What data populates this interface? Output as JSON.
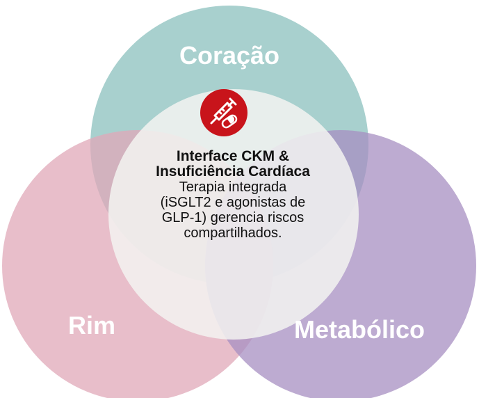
{
  "colors": {
    "heart": "#8fc3c0",
    "kidney": "#e0a8b8",
    "metabolic": "#a78fc2",
    "center": "#f3f3f1",
    "icon_bg": "#c8141b",
    "label_text": "#ffffff"
  },
  "circles": {
    "heart": {
      "label": "Coração"
    },
    "kidney": {
      "label": "Rim"
    },
    "metabolic": {
      "label": "Metabólico"
    }
  },
  "center": {
    "icon": "syringe-pill-icon",
    "title_line1": "Interface CKM &",
    "title_line2": "Insuficiência Cardíaca",
    "body_lines": [
      "Terapia integrada",
      "(iSGLT2 e agonistas de",
      "GLP-1) gerencia riscos",
      "compartilhados."
    ]
  }
}
